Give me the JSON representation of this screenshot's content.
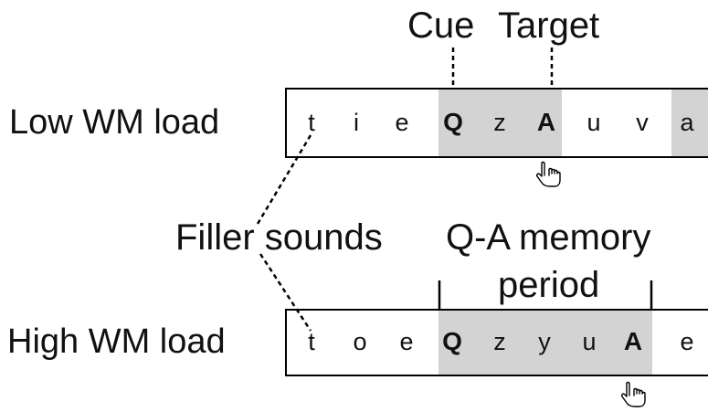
{
  "header": {
    "cue_label": "Cue",
    "target_label": "Target"
  },
  "low_row": {
    "label": "Low WM load",
    "letters": [
      "t",
      "i",
      "e",
      "Q",
      "z",
      "A",
      "u",
      "v",
      "a"
    ]
  },
  "high_row": {
    "label": "High WM load",
    "letters": [
      "t",
      "o",
      "e",
      "Q",
      "z",
      "y",
      "u",
      "A",
      "e"
    ]
  },
  "annotations": {
    "filler_sounds": "Filler sounds",
    "qa_memory_line1": "Q-A memory",
    "qa_memory_line2": "period"
  },
  "icons": {
    "response": "pointing-hand-icon"
  },
  "colors": {
    "shade": "#d3d3d3",
    "line": "#000000"
  }
}
